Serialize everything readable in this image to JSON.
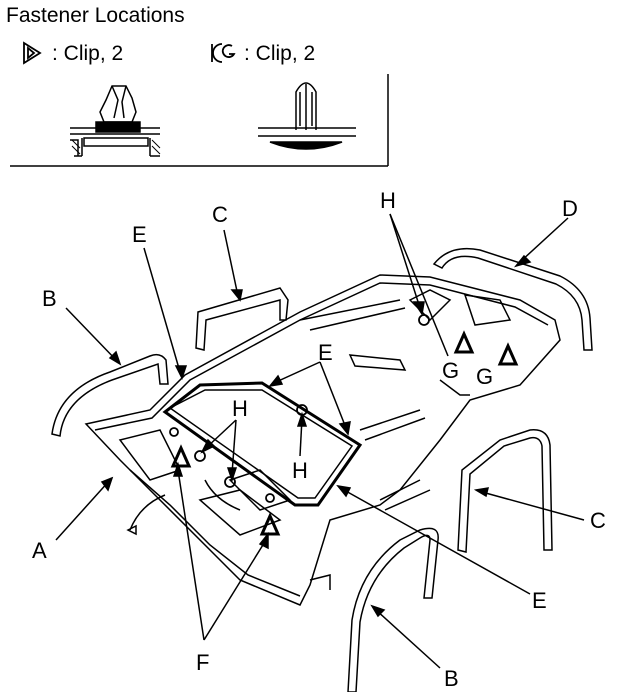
{
  "title": "Fastener Locations",
  "legend": [
    {
      "key": "F",
      "symbol": "triangle-icon",
      "text": ": Clip, 2"
    },
    {
      "key": "G",
      "symbol": "circle-g-icon",
      "text": ": Clip, 2"
    }
  ],
  "parts": {
    "A": "A",
    "B": "B",
    "C": "C",
    "D": "D",
    "E": "E",
    "F": "F",
    "G": "G",
    "H": "H"
  }
}
